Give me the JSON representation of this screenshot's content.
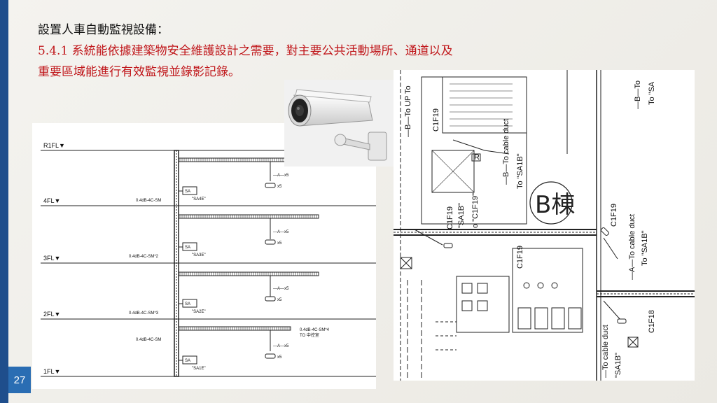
{
  "slide": {
    "heading": "設置人車自動監視設備：",
    "line1": "5.4.1 系統能依據建築物安全維護設計之需要，對主要公共活動場所、通道以及",
    "line2": "重要區域能進行有效監視並錄影記錄。",
    "page_number": "27"
  },
  "riser": {
    "floors": [
      {
        "label": "R1FL▼"
      },
      {
        "label": "4FL▼",
        "cable": "0.4dB-4C-SM",
        "box": "\"SA4E\""
      },
      {
        "label": "3FL▼",
        "cable": "0.4dB-4C-SM*2",
        "box": "\"SA3E\""
      },
      {
        "label": "2FL▼",
        "cable": "0.4dB-4C-SM*3",
        "box": "\"SA2E\""
      },
      {
        "label": "1FL▼",
        "cable": "0.4dB-4C-SM",
        "box": "\"SA1E\""
      }
    ],
    "sa_tag": "SA",
    "camera_count": "—A—x5",
    "camera_x": "x5",
    "main_cable": "0.4dB-4C-SM*4",
    "main_cable_to": "TO 中控室"
  },
  "plan": {
    "texts": {
      "b_up": "—B—To UP To",
      "c1f19_a": "C1F19",
      "b_cable": "—B—To cable duct",
      "to_sa1b": "To \"SA1B\"",
      "b_top_right": "—B—To",
      "to_sa_right": "To \"SA",
      "c1f19_b": "C1F19",
      "sa1b_mid": "\"SA1B\"",
      "o_c1f19": "o \"C1F19\"",
      "c1f19_c": "C1F19",
      "tower": "B棟",
      "c1f19_right": "C1F19",
      "a_cable": "—A—To cable duct",
      "to_sa1b_right": "To \"SA1B\"",
      "c1f18": "C1F18",
      "bot_cable": "—To cable duct",
      "bot_sa1b": "\"SA1B\"",
      "r_mark": "R"
    }
  },
  "colors": {
    "accent": "#1f4e8c",
    "page_badge": "#2a6db3",
    "red_text": "#c0161a"
  }
}
